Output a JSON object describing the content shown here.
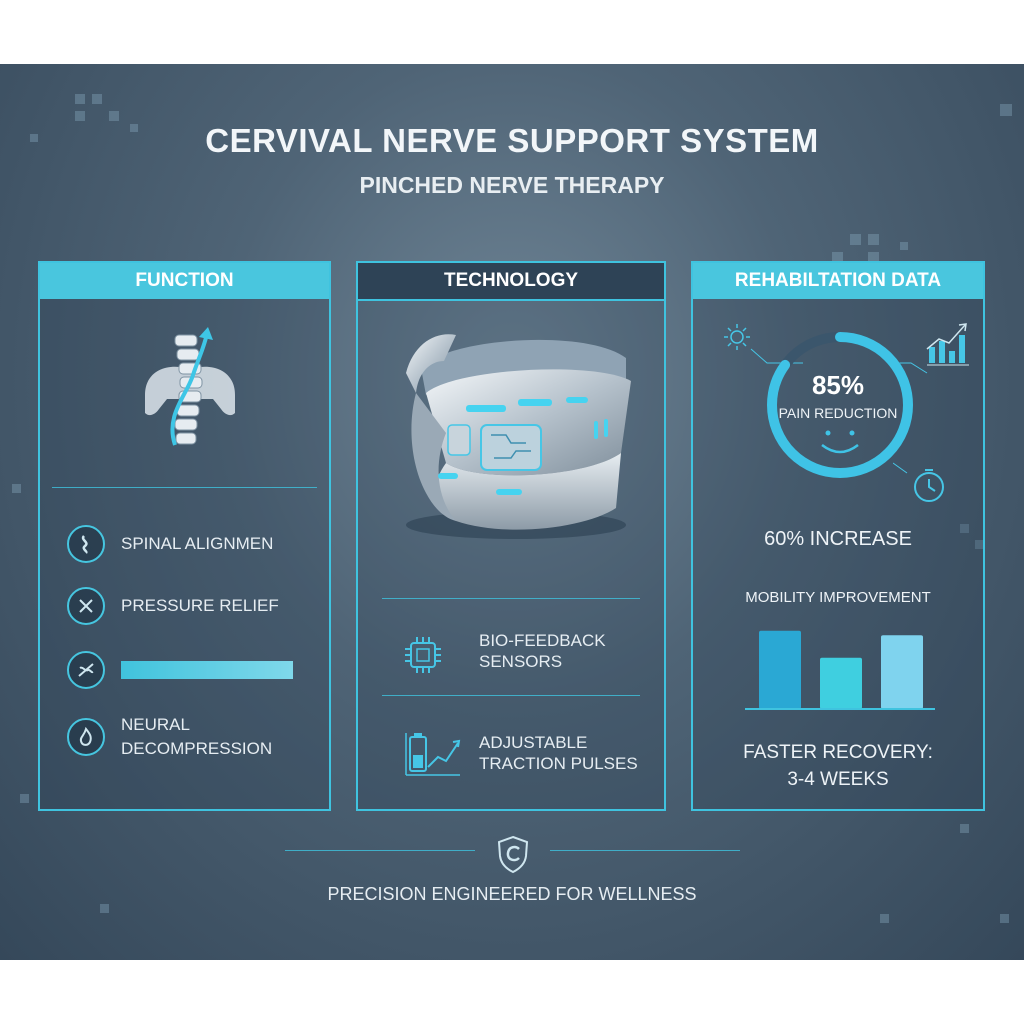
{
  "header": {
    "title": "CERVIVAL NERVE SUPPORT SYSTEM",
    "subtitle": "PINCHED NERVE THERAPY"
  },
  "function_panel": {
    "heading": "FUNCTION",
    "items": [
      {
        "label": "SPINAL ALIGNMEN",
        "icon": "spine-icon"
      },
      {
        "label": "PRESSURE RELIEF",
        "icon": "cross-icon"
      },
      {
        "label": "",
        "icon": "nerve-cut-icon"
      },
      {
        "label": "NEURAL DECOMPRESSION",
        "line1": "NEURAL",
        "line2": "DECOMPRESSION",
        "icon": "flame-icon"
      }
    ]
  },
  "technology_panel": {
    "heading": "TECHNOLOGY",
    "items": [
      {
        "line1": "BIO-FEEDBACK",
        "line2": "SENSORS",
        "icon": "chip-icon"
      },
      {
        "line1": "ADJUSTABLE",
        "line2": "TRACTION PULSES",
        "icon": "battery-chart-icon"
      }
    ]
  },
  "rehab_panel": {
    "heading": "REHABILTATION DATA",
    "pain_reduction": {
      "value": "85%",
      "label": "PAIN REDUCTION",
      "fraction": 0.85
    },
    "increase_text": "60% INCREASE",
    "mobility_label": "MOBILITY IMPROVEMENT",
    "recovery_line1": "FASTER RECOVERY:",
    "recovery_line2": "3-4 WEEKS"
  },
  "chart_data": {
    "type": "bar",
    "categories": [
      "",
      "",
      ""
    ],
    "values": [
      87,
      57,
      82
    ],
    "ylim": [
      0,
      100
    ],
    "grid": false,
    "colors": [
      "#2aa8d4",
      "#3fcfe0",
      "#7fd3ee"
    ]
  },
  "footer": {
    "text": "PRECISION ENGINEERED FOR WELLNESS",
    "icon": "shield-logo-icon"
  },
  "colors": {
    "accent": "#3fc3df",
    "background": "#4f6476",
    "text": "#e6edf2"
  }
}
